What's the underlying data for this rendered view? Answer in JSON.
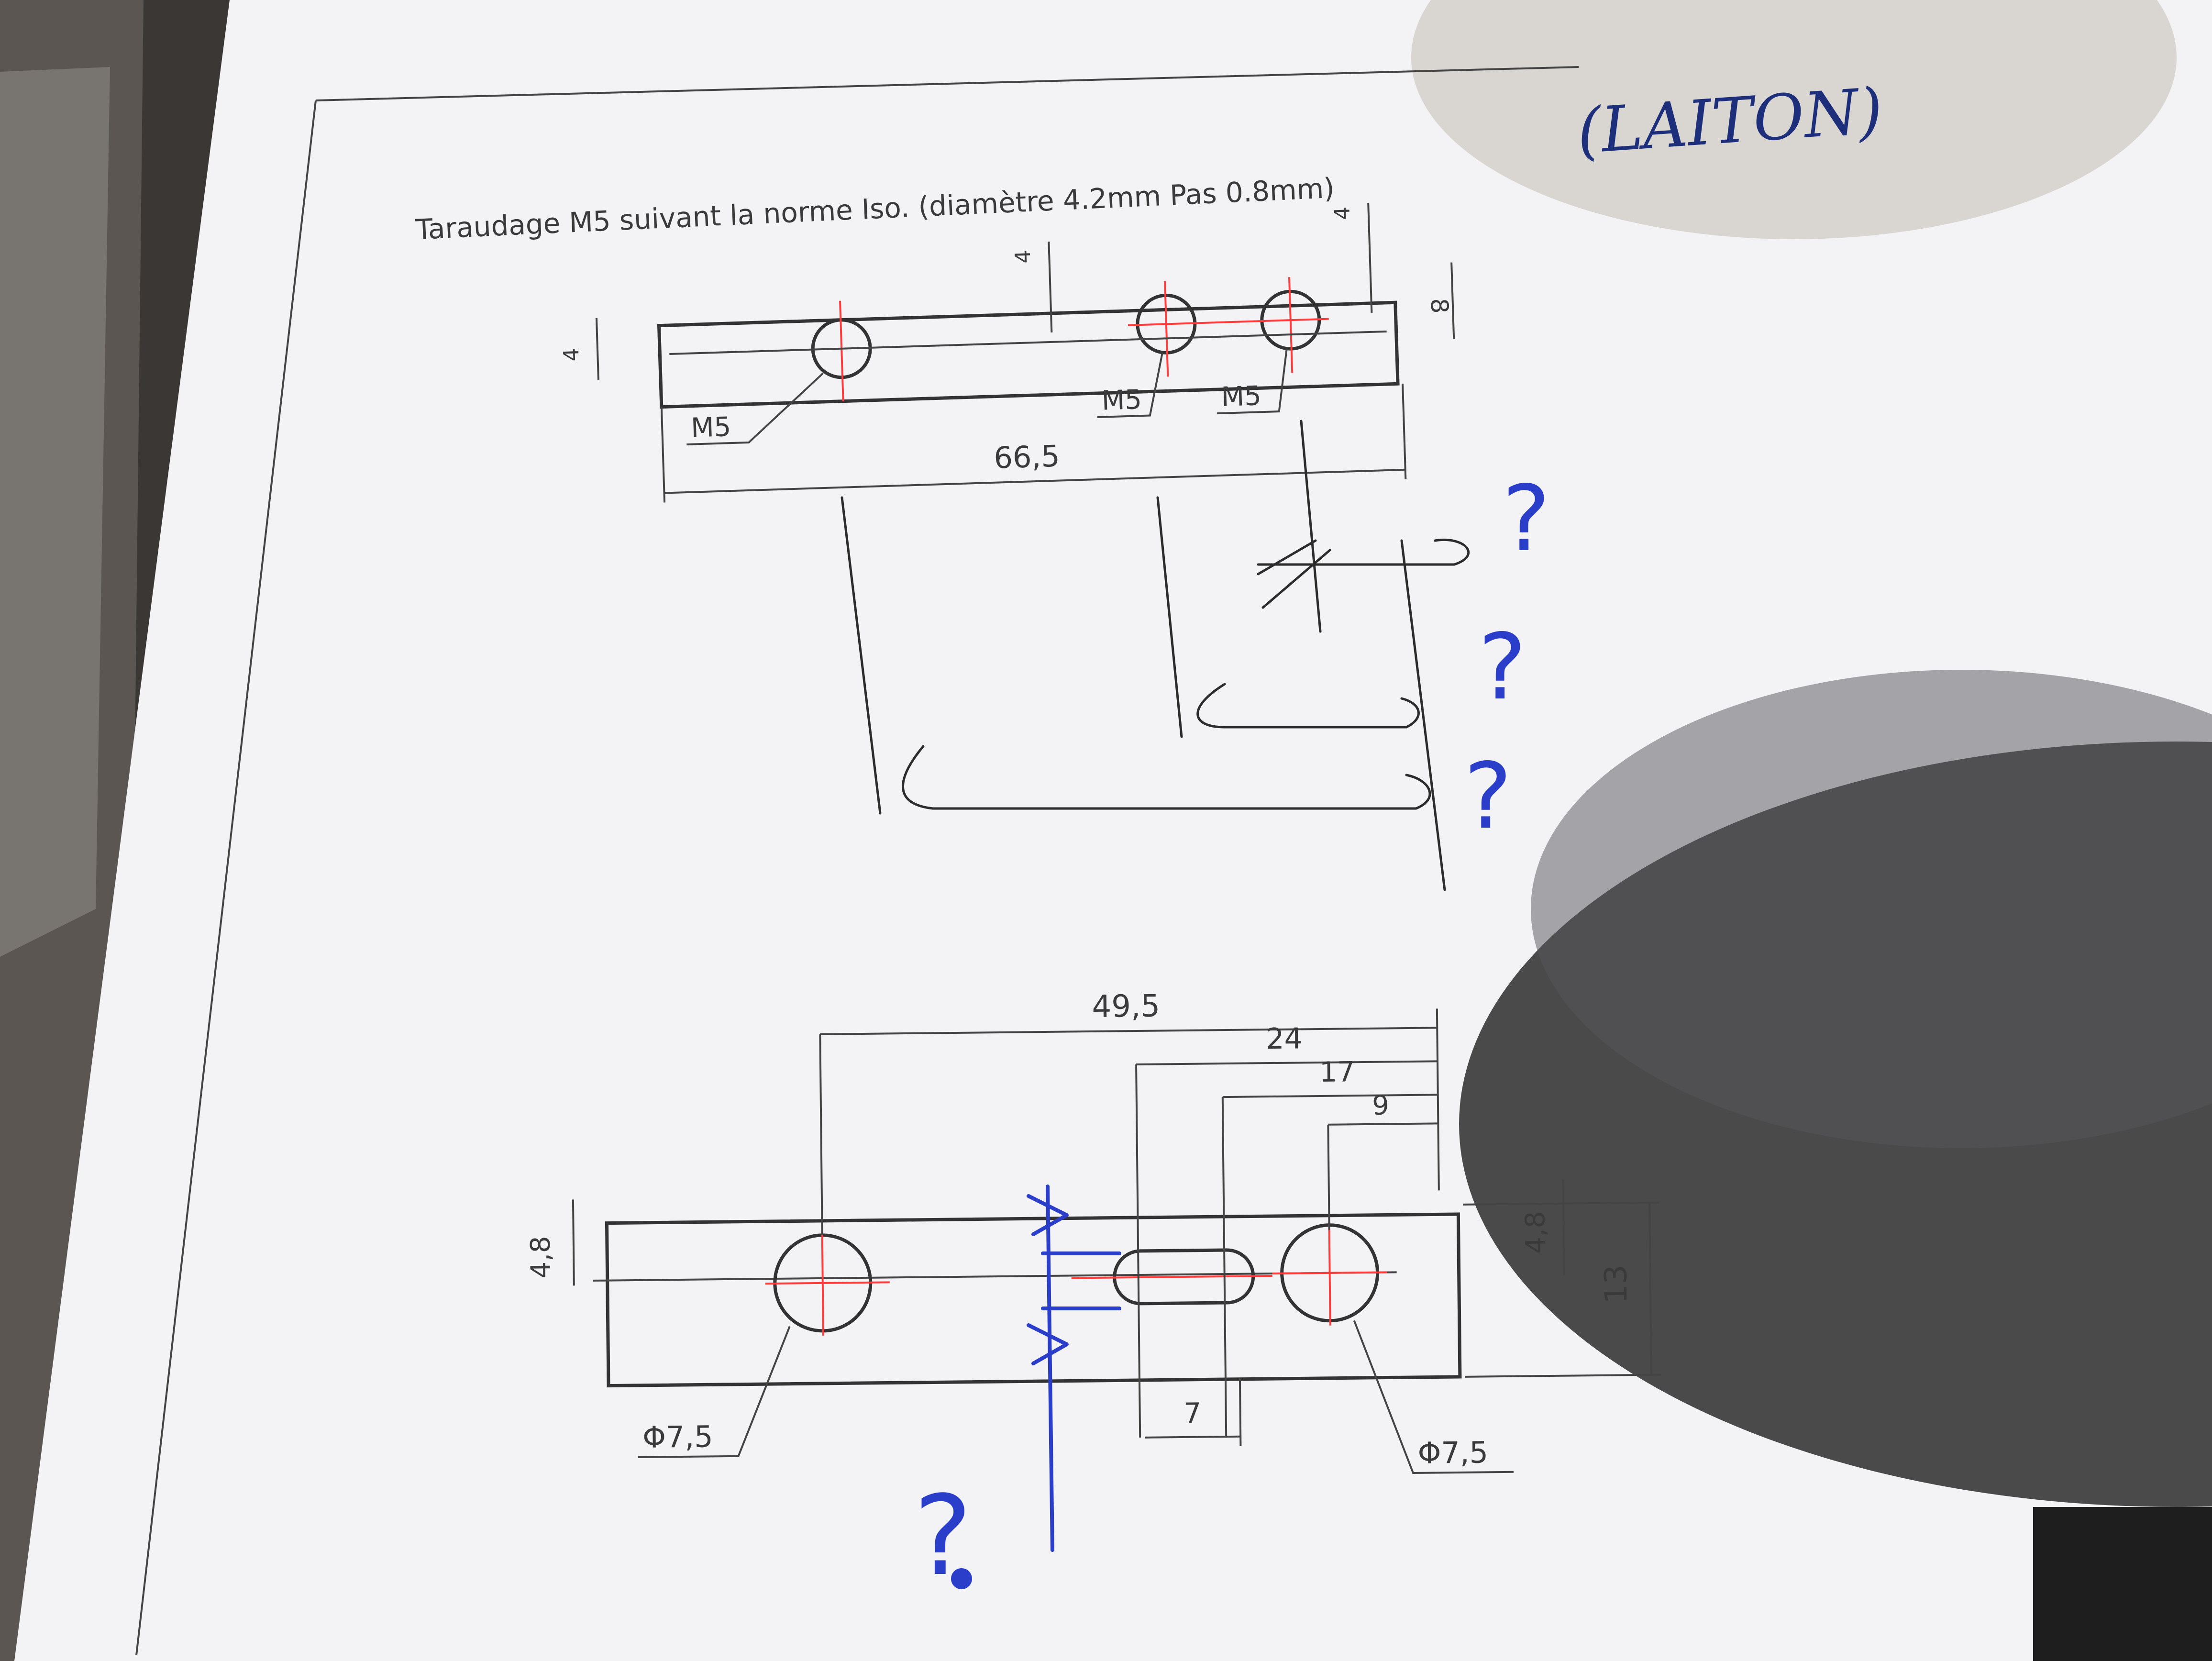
{
  "drawing": {
    "header_note": "Taraudage M5 suivant la norme Iso. (diamètre 4.2mm Pas 0.8mm)",
    "material_note": "(LAITON)",
    "top_view": {
      "overall_length": "66,5",
      "thickness": "8",
      "hole_offset_left": "4",
      "hole_offset_middle": "4",
      "hole_offset_right": "4",
      "thread_labels": [
        "M5",
        "M5",
        "M5"
      ]
    },
    "bottom_view": {
      "dim_49_5": "49,5",
      "dim_24": "24",
      "dim_17": "17",
      "dim_9": "9",
      "dim_4_8_left": "4,8",
      "dim_4_8_right": "4,8",
      "dim_13": "13",
      "slot_width": "7",
      "hole_diameter_left": "Φ7,5",
      "hole_diameter_right": "Φ7,5"
    },
    "handwritten_marks": [
      "?",
      "?",
      "?",
      "?"
    ]
  }
}
